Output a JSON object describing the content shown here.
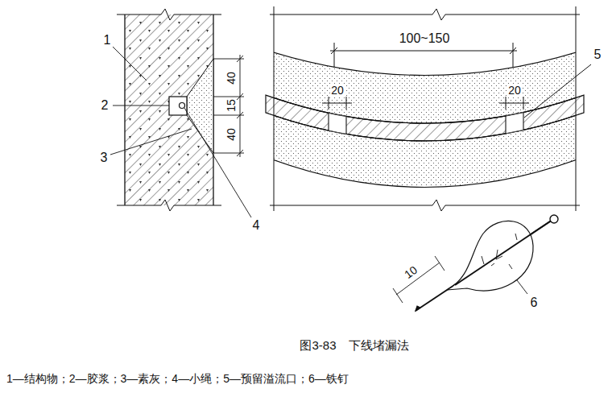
{
  "diagram": {
    "caption": "图3-83　下线堵漏法",
    "labels": [
      "1",
      "2",
      "3",
      "4",
      "40",
      "15",
      "40",
      "100~150",
      "20",
      "20",
      "5",
      "10",
      "6",
      "1—结构物；2—胶浆；3—素灰；4—小绳；5—预留溢流口；6—铁钉"
    ]
  }
}
